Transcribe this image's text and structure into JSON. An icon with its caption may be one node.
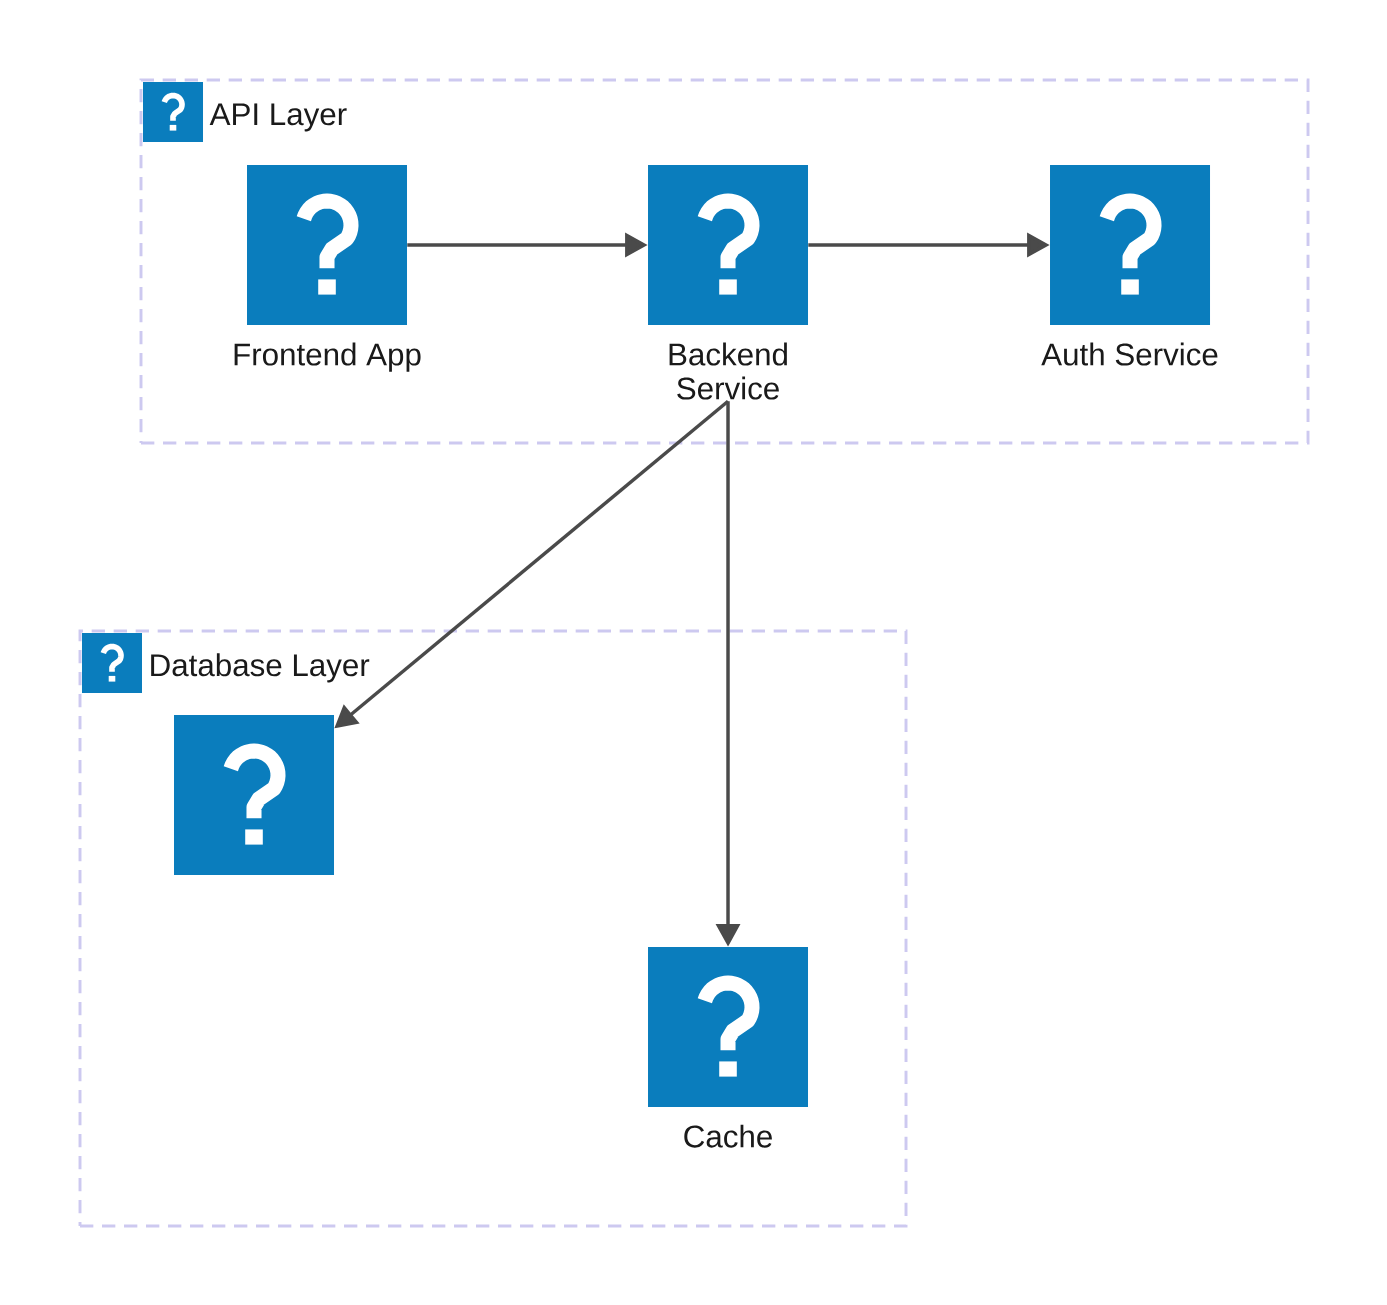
{
  "diagram": {
    "nodes": [
      {
        "text": [
          "API Layer"
        ]
      },
      {
        "text": [
          "Frontend App"
        ],
        "in": 0
      },
      {
        "text": [
          "Backend Service"
        ],
        "in": 0
      },
      {
        "text": [
          "Auth Service"
        ],
        "in": 0
      },
      {
        "text": [
          "Database Layer"
        ]
      },
      {
        "text": [],
        "shape": "box",
        "in": 4
      },
      {
        "text": [
          "Cache"
        ],
        "in": 4
      }
    ],
    "edges": [
      {
        "from": 1,
        "to": 2,
        "arrow": "to"
      },
      {
        "from": 2,
        "to": 3,
        "arrow": "to"
      },
      {
        "from": 2,
        "to": 5,
        "arrow": "to"
      },
      {
        "from": 2,
        "to": 6,
        "arrow": "to"
      }
    ]
  }
}
